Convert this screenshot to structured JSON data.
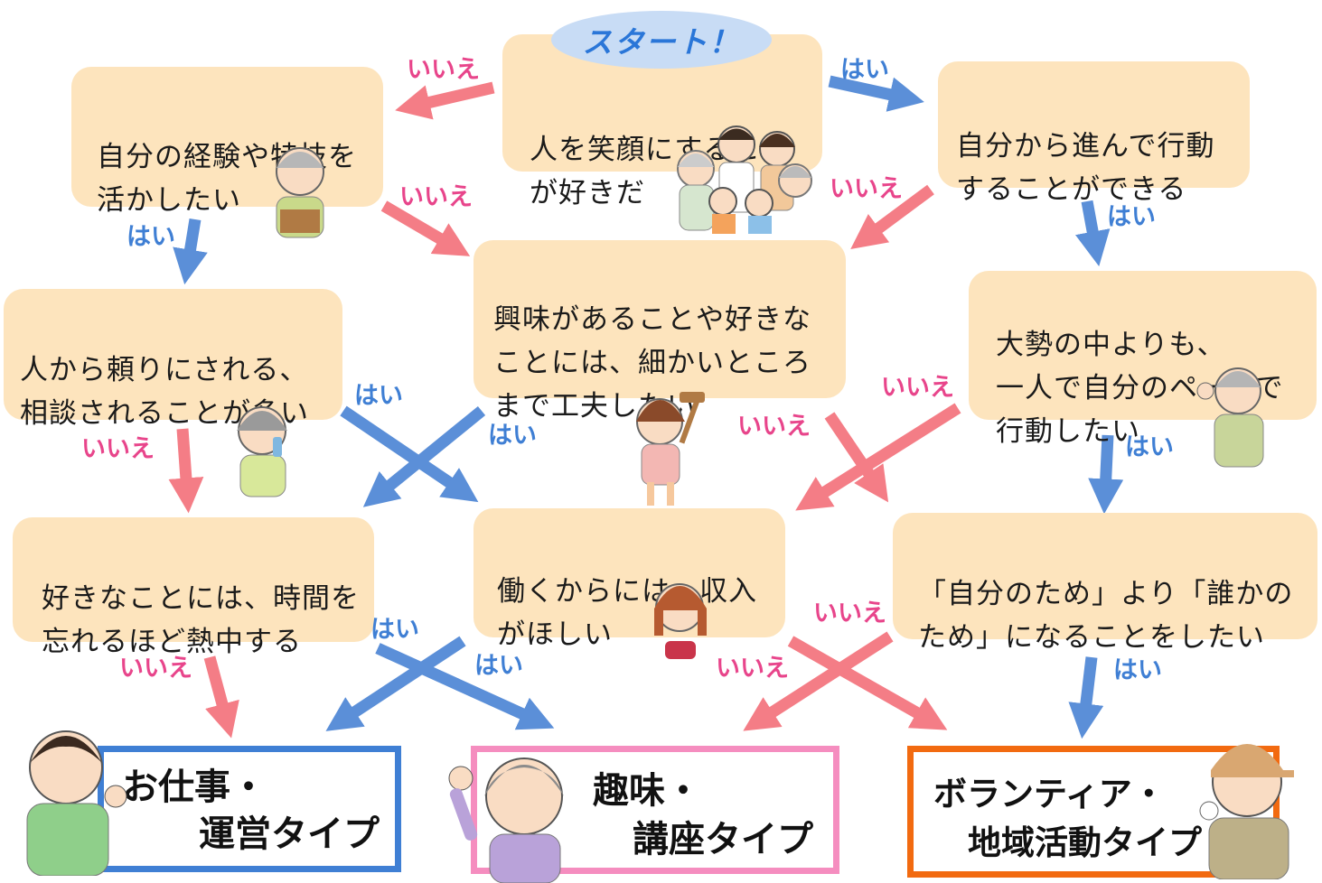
{
  "start_label": "スタート！",
  "questions": {
    "q_smile": "人を笑顔にすること\nが好きだ",
    "q_experience": "自分の経験や特技を\n活かしたい",
    "q_proactive": "自分から進んで行動\nすることができる",
    "q_interest": "興味があることや好きな\nことには、細かいところ\nまで工夫したい",
    "q_trusted": "人から頼りにされる、\n相談されることが多い",
    "q_alone": "大勢の中よりも、\n一人で自分のペースで\n行動したい",
    "q_absorbed": "好きなことには、時間を\n忘れるほど熱中する",
    "q_income": "働くからには、収入\nがほしい",
    "q_others": "「自分のため」より「誰かの\nため」になることをしたい"
  },
  "answers": {
    "yes": "はい",
    "no": "いいえ"
  },
  "results": {
    "work": {
      "line1": "お仕事・",
      "line2": "運営タイプ",
      "color": "#3f7fd4"
    },
    "hobby": {
      "line1": "趣味・",
      "line2": "講座タイプ",
      "color": "#f58dbf"
    },
    "volunteer": {
      "line1": "ボランティア・",
      "line2": "地域活動タイプ",
      "color": "#f26a10"
    }
  },
  "colors": {
    "yes_arrow": "#5b8fd8",
    "no_arrow": "#f47d86",
    "box_fill": "#fde4bd"
  }
}
